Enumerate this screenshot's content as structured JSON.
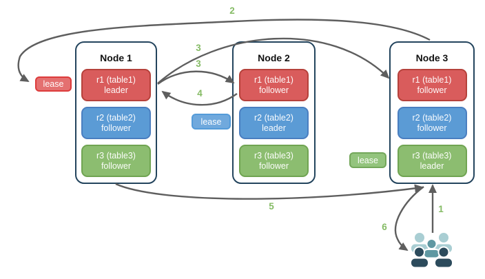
{
  "nodes": [
    {
      "title": "Node 1",
      "replicas": [
        {
          "name": "r1 (table1)",
          "role": "leader",
          "color": "red"
        },
        {
          "name": "r2 (table2)",
          "role": "follower",
          "color": "blue"
        },
        {
          "name": "r3 (table3)",
          "role": "follower",
          "color": "green"
        }
      ]
    },
    {
      "title": "Node 2",
      "replicas": [
        {
          "name": "r1 (table1)",
          "role": "follower",
          "color": "red"
        },
        {
          "name": "r2 (table2)",
          "role": "leader",
          "color": "blue"
        },
        {
          "name": "r3 (table3)",
          "role": "follower",
          "color": "green"
        }
      ]
    },
    {
      "title": "Node 3",
      "replicas": [
        {
          "name": "r1 (table1)",
          "role": "follower",
          "color": "red"
        },
        {
          "name": "r2 (table2)",
          "role": "follower",
          "color": "blue"
        },
        {
          "name": "r3 (table3)",
          "role": "leader",
          "color": "green"
        }
      ]
    }
  ],
  "leases": {
    "red": "lease",
    "blue": "lease",
    "green": "lease"
  },
  "steps": {
    "s1": "1",
    "s2": "2",
    "s3a": "3",
    "s3b": "3",
    "s4": "4",
    "s5": "5",
    "s6": "6"
  },
  "icons": {
    "users": "users-group-icon"
  },
  "colors": {
    "node_border": "#23445d",
    "red_fill": "#d95c5c",
    "red_border": "#b5413b",
    "blue_fill": "#5b9bd5",
    "blue_border": "#4a7ec0",
    "green_fill": "#8cbd70",
    "green_border": "#70a452",
    "lease_red_fill": "#e47070",
    "lease_red_border": "#dd3b3b",
    "lease_blue_fill": "#70a9dd",
    "lease_blue_border": "#549bd9",
    "lease_green_fill": "#93c47d",
    "lease_green_border": "#73a75a",
    "arrow": "#5e5e5e",
    "step_label": "#85bb65",
    "users_light": "#a9ced3",
    "users_mid": "#5f98a2",
    "users_dark": "#2c4b5c"
  }
}
